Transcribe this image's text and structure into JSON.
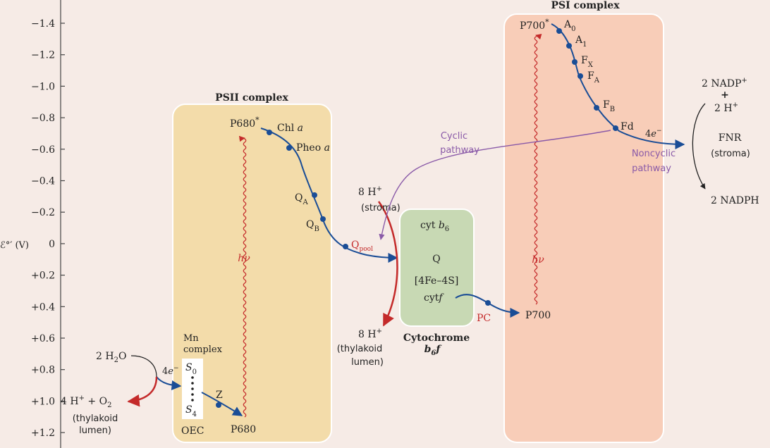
{
  "axis": {
    "label": "ℰ°′ (V)",
    "ticks": [
      "−1.4",
      "−1.2",
      "−1.0",
      "−0.8",
      "−0.6",
      "−0.4",
      "−0.2",
      "0",
      "+0.2",
      "+0.4",
      "+0.6",
      "+0.8",
      "+1.0",
      "+1.2"
    ]
  },
  "psii": {
    "title": "PSII complex",
    "p680_star": "P680",
    "star": "*",
    "chl_a": "Chl ",
    "chl_a_italic": "a",
    "pheo_a": "Pheo ",
    "pheo_a_italic": "a",
    "qa": "Q",
    "qa_sub": "A",
    "qb": "Q",
    "qb_sub": "B",
    "hv": "hν",
    "mn_line1": "Mn",
    "mn_line2": "complex",
    "s0": "S",
    "s0_sub": "0",
    "s4": "S",
    "s4_sub": "4",
    "z": "Z",
    "p680": "P680",
    "oec": "OEC"
  },
  "water": {
    "h2o": "2 H",
    "h2o_sub": "2",
    "h2o_end": "O",
    "electrons": "4",
    "electrons_e": "e",
    "electrons_sup": "−",
    "products": "4 H",
    "products_sup": "+",
    "products_mid": " + O",
    "products_sub": "2",
    "lumen1": "(thylakoid",
    "lumen2": "lumen)"
  },
  "qpool": {
    "label": "Q",
    "sub": "pool"
  },
  "protons": {
    "stroma_top": "8 H",
    "stroma_sup": "+",
    "stroma_label": "(stroma)",
    "lumen_top": "8 H",
    "lumen_sup": "+",
    "lumen_label1": "(thylakoid",
    "lumen_label2": "lumen)"
  },
  "cytb6f": {
    "cyt_b6": "cyt ",
    "cyt_b6_italic": "b",
    "cyt_b6_sub": "6",
    "q": "Q",
    "fes": "[4Fe–4S]",
    "cytf": "cyt",
    "cytf_italic": "f",
    "title1": "Cytochrome",
    "title2_italic": "b",
    "title2_sub": "6",
    "title2_end": "f"
  },
  "pc": "PC",
  "psi": {
    "title": "PSI complex",
    "p700_star": "P700",
    "star": "*",
    "a0": "A",
    "a0_sub": "0",
    "a1": "A",
    "a1_sub": "1",
    "fx": "F",
    "fx_sub": "X",
    "fa": "F",
    "fa_sub": "A",
    "fb": "F",
    "fb_sub": "B",
    "fd": "Fd",
    "hv": "hν",
    "p700": "P700"
  },
  "cyclic": {
    "line1": "Cyclic",
    "line2": "pathway"
  },
  "noncyclic": {
    "line1": "Noncyclic",
    "line2": "pathway"
  },
  "fd_electrons": {
    "n": "4",
    "e": "e",
    "sup": "−"
  },
  "fnr": {
    "nadp": "2 NADP",
    "nadp_sup": "+",
    "plus": "+",
    "h": "2 H",
    "h_sup": "+",
    "label1": "FNR",
    "label2": "(stroma)",
    "nadph": "2 NADPH"
  },
  "colors": {
    "background": "#f6ebe6",
    "psii_box": "#f3dcaa",
    "psi_box": "#f8cdb8",
    "cyt_box": "#c8d9b4",
    "electron_path": "#1a4d96",
    "red_arrow": "#c42a2a",
    "purple": "#8a5aa8"
  }
}
